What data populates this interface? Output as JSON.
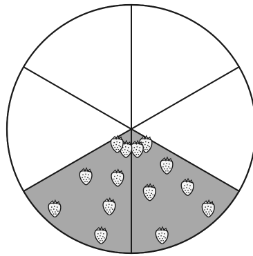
{
  "diagram": {
    "type": "fraction-circle",
    "total_sectors": 6,
    "sectors": [
      {
        "shaded": false,
        "strawberries": 0
      },
      {
        "shaded": false,
        "strawberries": 0
      },
      {
        "shaded": true,
        "strawberries": 7
      },
      {
        "shaded": true,
        "strawberries": 7
      },
      {
        "shaded": false,
        "strawberries": 0
      },
      {
        "shaded": false,
        "strawberries": 0
      }
    ],
    "colors": {
      "shaded_fill": "#a8a8a8",
      "unshaded_fill": "#ffffff",
      "outline": "#1a1a1a",
      "berry": "#f4f4f4"
    },
    "berry_icon": "strawberry-icon"
  }
}
